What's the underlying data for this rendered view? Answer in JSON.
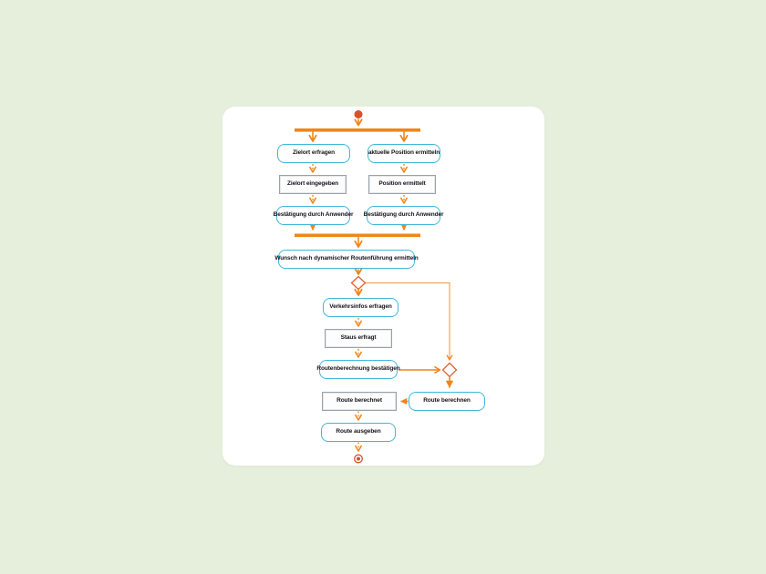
{
  "scene": {
    "background_color": "#e5efdc",
    "card_color": "#ffffff"
  },
  "colors": {
    "flow_line": "#f08519",
    "branch_line": "#f5a54f",
    "terminal_node": "#d9502a",
    "decision_border": "#e4602e",
    "action_border": "#41b6d9",
    "object_border": "#9ba2a9",
    "label_text": "#13131a"
  },
  "diagram": {
    "type": "uml-activity-diagram",
    "nodes": {
      "zielort_erfragen": {
        "label": "Zielort erfragen",
        "kind": "action"
      },
      "aktuelle_position_ermitteln": {
        "label": "aktuelle Position ermitteln",
        "kind": "action"
      },
      "zielort_eingegeben": {
        "label": "Zielort eingegeben",
        "kind": "object"
      },
      "position_ermittelt": {
        "label": "Position ermittelt",
        "kind": "object"
      },
      "bestaetigung_durch_anwender_links": {
        "label": "Bestätigung durch Anwender",
        "kind": "action"
      },
      "bestaetigung_durch_anwender_rechts": {
        "label": "Bestätigung durch Anwender",
        "kind": "action"
      },
      "wunsch_nach_dynamischer_routenfuehrung": {
        "label": "Wunsch nach dynamischer Routenführung ermitteln",
        "kind": "action"
      },
      "verkehrsinfos_erfragen": {
        "label": "Verkehrsinfos erfragen",
        "kind": "action"
      },
      "staus_erfragt": {
        "label": "Staus erfragt",
        "kind": "object"
      },
      "routenberechnung_bestaetigen": {
        "label": "Routenberechnung bestätigen",
        "kind": "action"
      },
      "route_berechnet": {
        "label": "Route berechnet",
        "kind": "object"
      },
      "route_berechnen": {
        "label": "Route berechnen",
        "kind": "action"
      },
      "route_ausgeben": {
        "label": "Route ausgeben",
        "kind": "action"
      }
    }
  }
}
